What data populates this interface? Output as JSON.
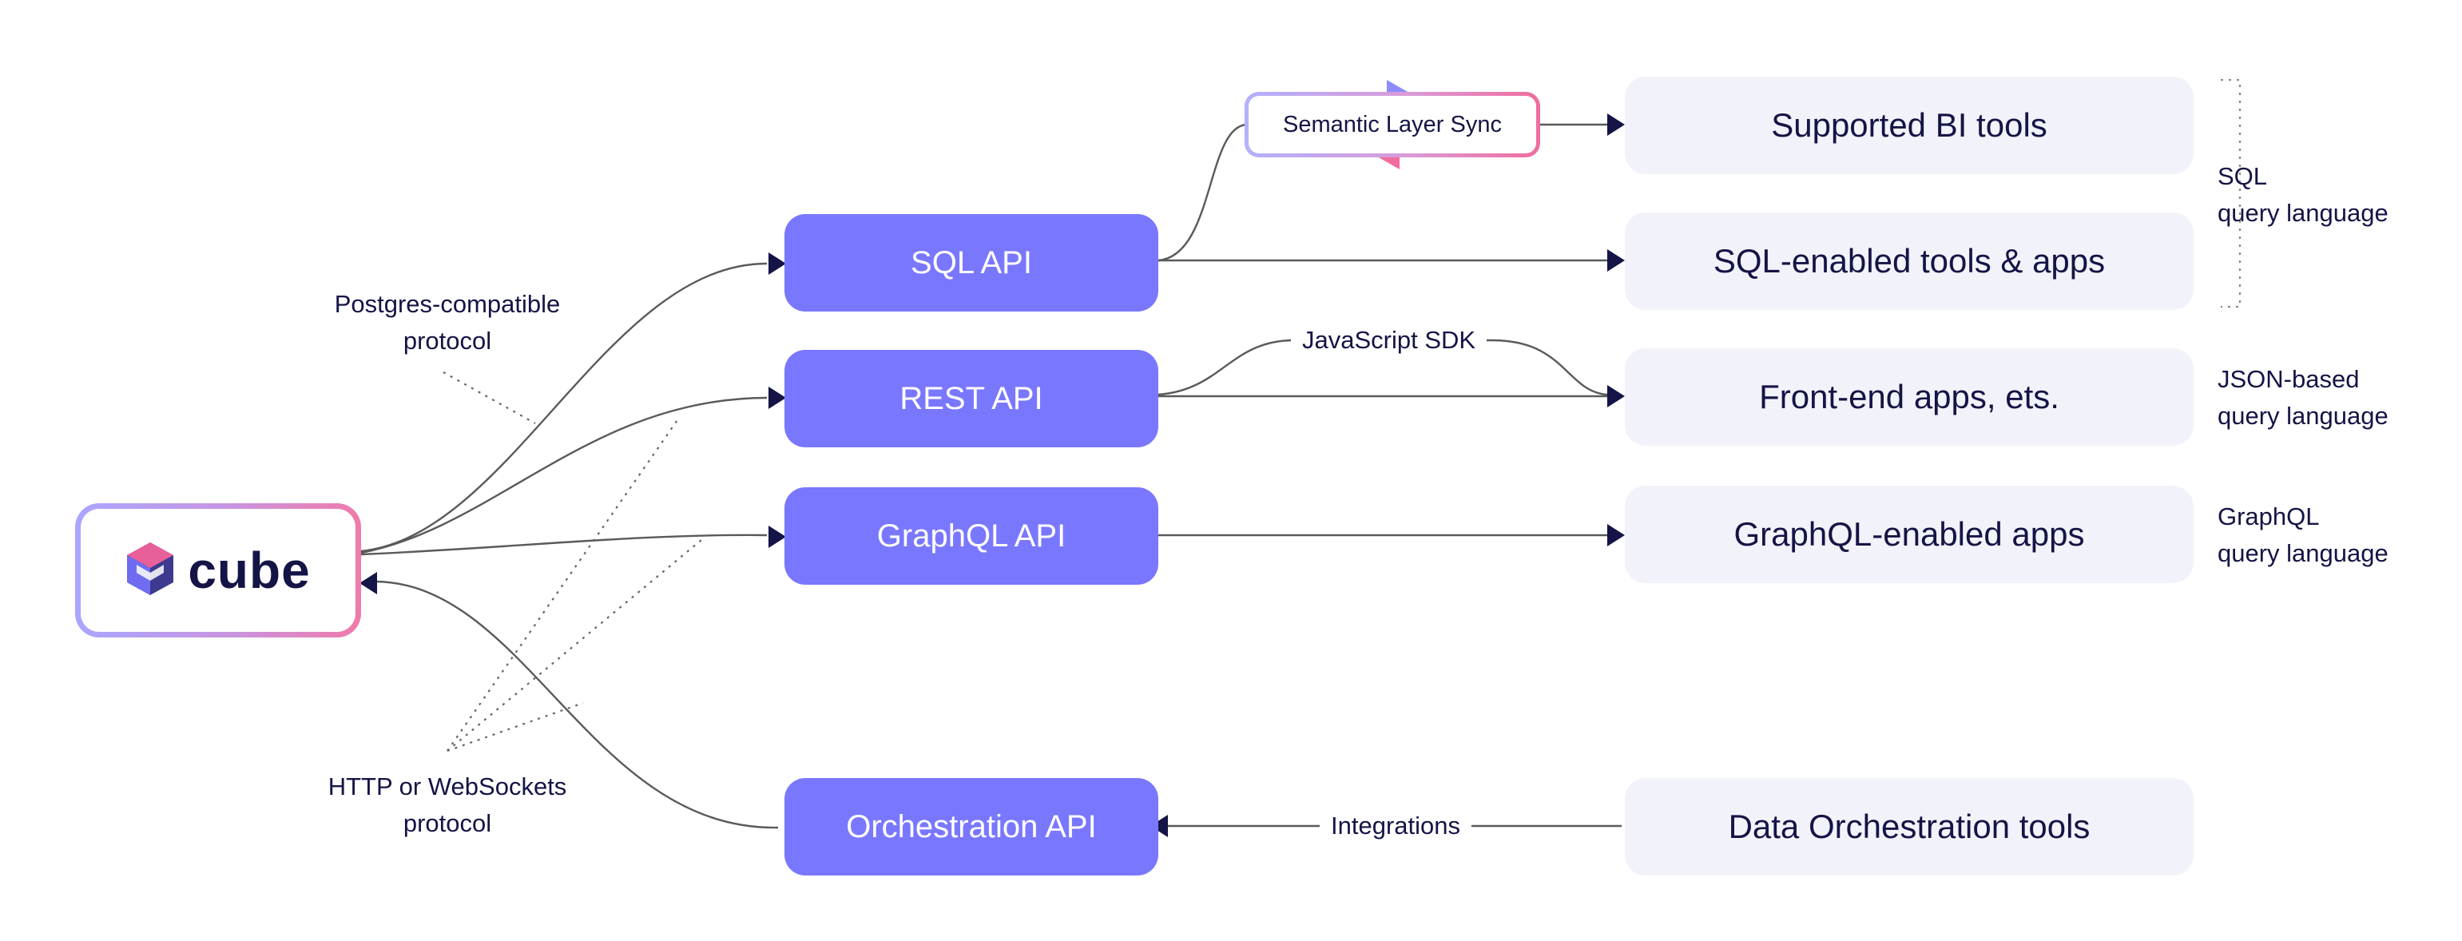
{
  "brand": {
    "name": "cube",
    "icon": "cube-logo-icon",
    "gradient_from": "#a9a6ff",
    "gradient_to": "#f07aaa"
  },
  "colors": {
    "api_fill": "#7a77ff",
    "tool_fill": "#f2f2fa",
    "text": "#141446",
    "line": "#555555"
  },
  "apis": {
    "sql": "SQL API",
    "rest": "REST API",
    "graphql": "GraphQL API",
    "orchestration": "Orchestration API"
  },
  "tools": {
    "bi": "Supported BI tools",
    "sql_apps": "SQL-enabled tools & apps",
    "frontend": "Front-end apps, ets.",
    "graphql_apps": "GraphQL-enabled apps",
    "orchestration": "Data Orchestration tools"
  },
  "edge_labels": {
    "semantic_sync": "Semantic Layer Sync",
    "js_sdk": "JavaScript SDK",
    "integrations": "Integrations"
  },
  "protocols": {
    "postgres_line1": "Postgres-compatible",
    "postgres_line2": "protocol",
    "http_line1": "HTTP or WebSockets",
    "http_line2": "protocol"
  },
  "languages": {
    "sql_line1": "SQL",
    "sql_line2": "query language",
    "json_line1": "JSON-based",
    "json_line2": "query language",
    "graphql_line1": "GraphQL",
    "graphql_line2": "query language"
  }
}
